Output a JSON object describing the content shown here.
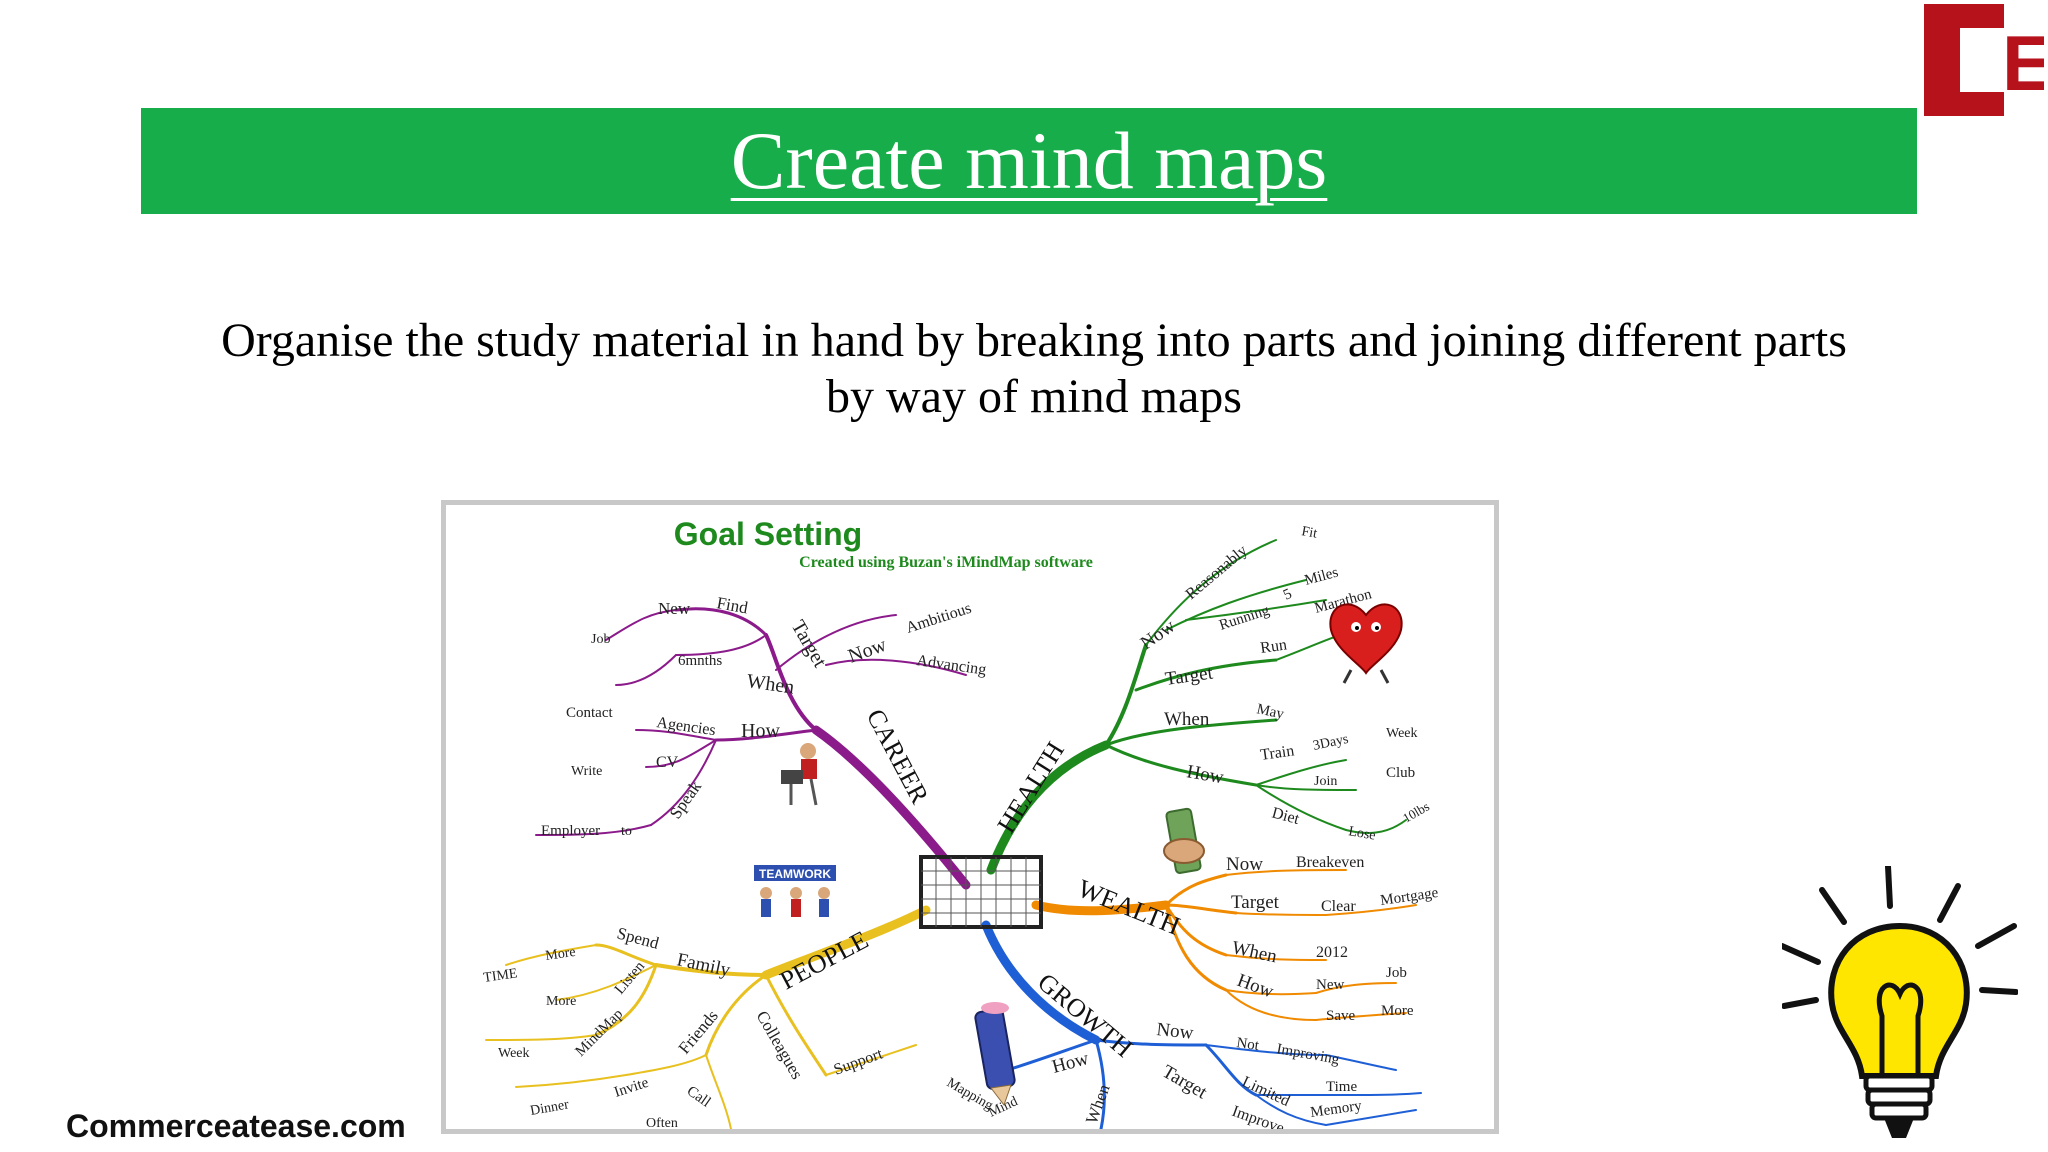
{
  "title": "Create mind maps",
  "subtitle_line1": "Organise the study material in hand by breaking into parts and joining different parts",
  "subtitle_line2": "by way of mind maps",
  "footer": "Commerceatease.com",
  "logo": {
    "letters": "CE",
    "color": "#b5121b"
  },
  "colors": {
    "banner": "#17ad4a",
    "career": "#8b1a8b",
    "health": "#1e8a1e",
    "wealth": "#f08a00",
    "growth": "#1f5fd6",
    "people": "#e8c020"
  },
  "mindmap": {
    "title": "Goal Setting",
    "subtitle": "Created using Buzan's iMindMap software",
    "branches": {
      "career": "CAREER",
      "health": "HEALTH",
      "wealth": "WEALTH",
      "growth": "GROWTH",
      "people": "PEOPLE"
    },
    "career": [
      "New",
      "Find",
      "Job",
      "Target",
      "6mnths",
      "When",
      "Now",
      "Ambitious",
      "Advancing",
      "Contact",
      "Agencies",
      "How",
      "Write",
      "CV",
      "Speak",
      "Employer",
      "to"
    ],
    "health": [
      "Fit",
      "Reasonably",
      "Now",
      "Running",
      "5",
      "Miles",
      "Marathon",
      "Run",
      "Target",
      "When",
      "May",
      "3Days",
      "Week",
      "Train",
      "Join",
      "Club",
      "How",
      "Diet",
      "Lose",
      "10lbs"
    ],
    "wealth": [
      "Now",
      "Breakeven",
      "Target",
      "Clear",
      "Mortgage",
      "When",
      "2012",
      "How",
      "New",
      "Job",
      "Save",
      "More"
    ],
    "growth": [
      "Now",
      "Not",
      "Improving",
      "Target",
      "Limited",
      "Time",
      "Improve",
      "Memory",
      "How",
      "When",
      "Mapping",
      "Mind"
    ],
    "people": [
      "TEAMWORK",
      "Spend",
      "Family",
      "TIME",
      "More",
      "More",
      "Listen",
      "Week",
      "MindMap",
      "Friends",
      "Colleagues",
      "Support",
      "Dinner",
      "Invite",
      "Call",
      "Often"
    ]
  }
}
